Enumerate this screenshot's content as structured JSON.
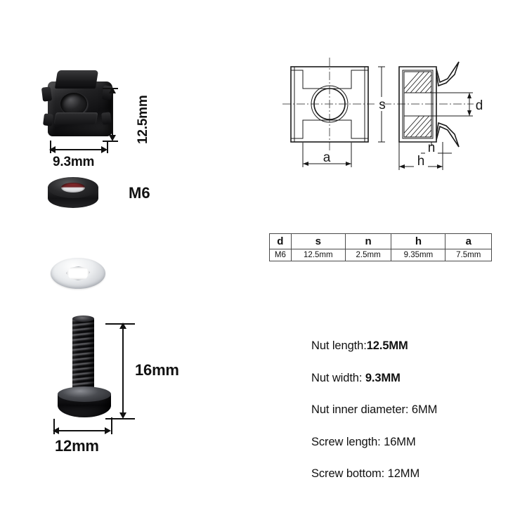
{
  "product": {
    "type": "cage-nut-and-screw-kit"
  },
  "photos": {
    "cage_nut": {
      "name": "cage-nut",
      "height_label": "12.5mm",
      "width_label": "9.3mm"
    },
    "m6_nut": {
      "name": "m6-nut",
      "label": "M6"
    },
    "star_washer": {
      "name": "star-washer"
    },
    "screw": {
      "name": "screw",
      "length_label": "16mm",
      "bottom_label": "12mm"
    }
  },
  "cad": {
    "front_view": {
      "dim_s": "s",
      "dim_a": "a"
    },
    "section_view": {
      "dim_s": "s",
      "dim_d": "d",
      "dim_n": "n",
      "dim_h": "h"
    }
  },
  "table": {
    "headers": [
      "d",
      "s",
      "n",
      "h",
      "a"
    ],
    "rows": [
      [
        "M6",
        "12.5mm",
        "2.5mm",
        "9.35mm",
        "7.5mm"
      ]
    ]
  },
  "specs": [
    {
      "label": "Nut length:",
      "value": "12.5MM"
    },
    {
      "label": "Nut width: ",
      "value": "9.3MM"
    },
    {
      "label": "Nut inner diameter: ",
      "value": "6MM"
    },
    {
      "label": "Screw length: ",
      "value": "16MM"
    },
    {
      "label": "Screw bottom: ",
      "value": "12MM"
    }
  ],
  "colors": {
    "line": "#1a1a1a",
    "metal_dark": "#121214",
    "metal_light": "#e6e8ea",
    "accent_red": "#b5393c",
    "background": "#ffffff"
  }
}
